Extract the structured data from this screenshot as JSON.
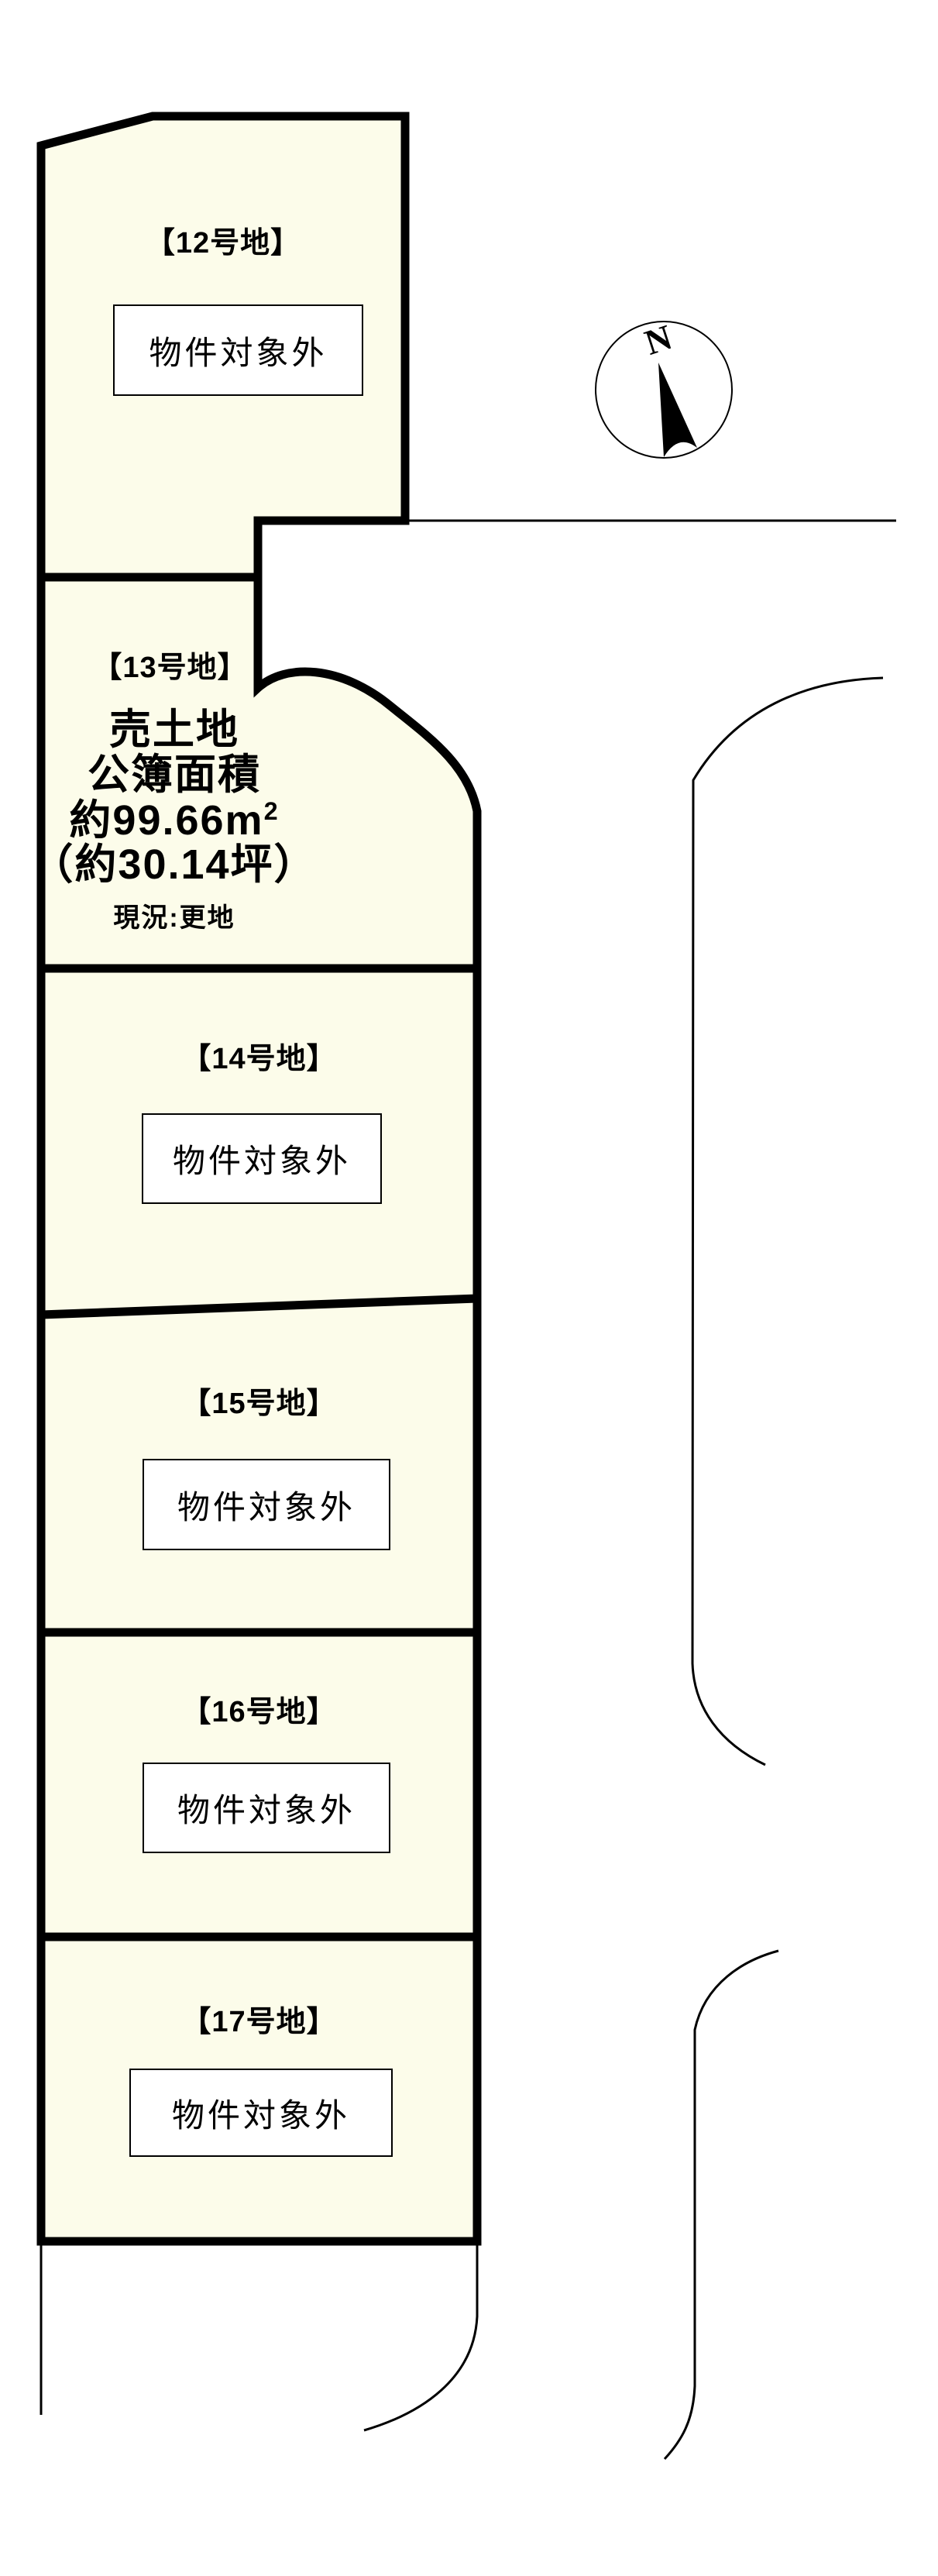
{
  "diagram": {
    "kind": "land-lot-plan",
    "colors": {
      "parcel_fill": "#FCFCEA",
      "line": "#000000",
      "box_bg": "#FFFFFF",
      "background": "#FFFFFF"
    }
  },
  "compass": {
    "north_label": "N"
  },
  "lots": [
    {
      "name": "【12号地】",
      "status": "物件対象外"
    },
    {
      "name": "【13号地】",
      "sale": {
        "title": "売土地",
        "register_label": "公簿面積",
        "area_main": "約99.66m",
        "area_sup": "2",
        "area_tsubo": "（約30.14坪）",
        "condition": "現況:更地"
      }
    },
    {
      "name": "【14号地】",
      "status": "物件対象外"
    },
    {
      "name": "【15号地】",
      "status": "物件対象外"
    },
    {
      "name": "【16号地】",
      "status": "物件対象外"
    },
    {
      "name": "【17号地】",
      "status": "物件対象外"
    }
  ]
}
